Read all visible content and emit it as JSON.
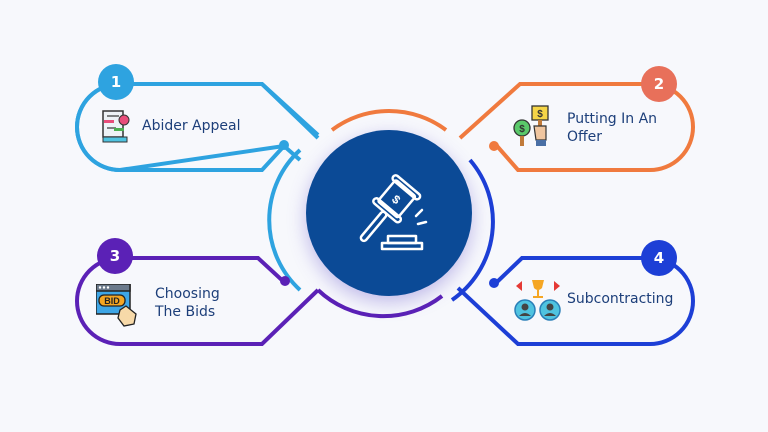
{
  "colors": {
    "background": "#f7f8fc",
    "step1": "#2ea3e0",
    "step2": "#f07a3e",
    "step3": "#5b21b6",
    "step4": "#1d3fd6",
    "center": "#0b4a96",
    "label_text": "#1d3f7a"
  },
  "center": {
    "icon": "gavel-dollar-icon"
  },
  "steps": [
    {
      "number": "1",
      "label": "Abider Appeal",
      "icon": "document-transfer-icon"
    },
    {
      "number": "2",
      "label_line1": "Putting In An",
      "label_line2": "Offer",
      "icon": "hand-holding-dollar-sign-icon"
    },
    {
      "number": "3",
      "label_line1": "Choosing",
      "label_line2": "The Bids",
      "icon": "bid-click-icon"
    },
    {
      "number": "4",
      "label": "Subcontracting",
      "icon": "team-trophy-icon"
    }
  ]
}
